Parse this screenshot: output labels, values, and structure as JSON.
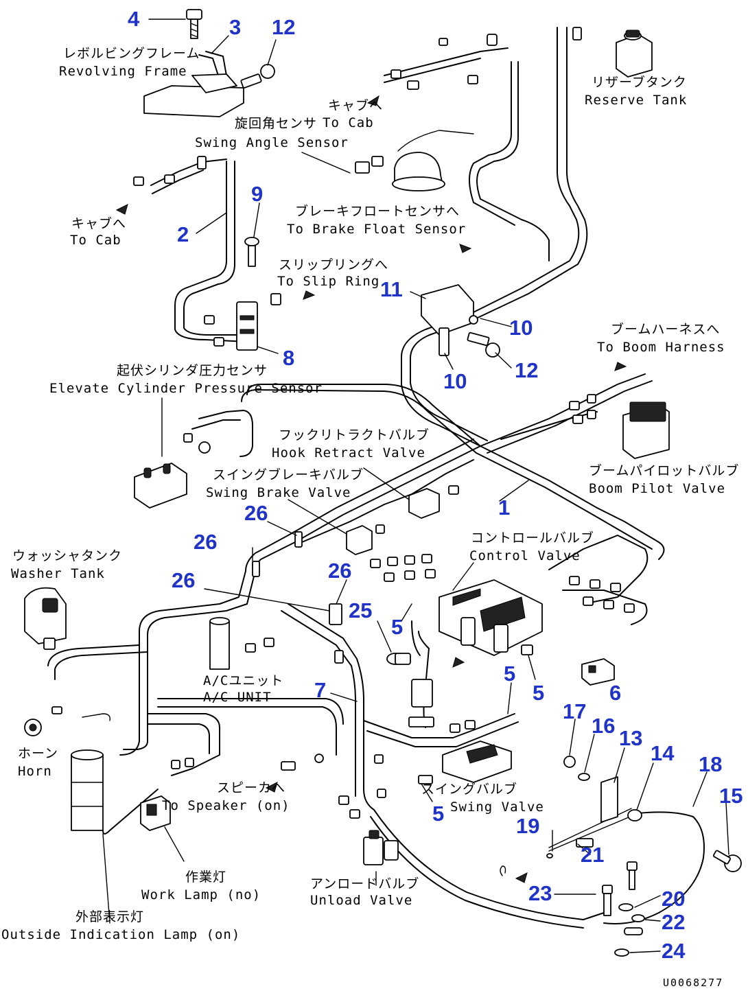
{
  "diagram": {
    "drawing_code": "U0068277",
    "labels": {
      "revolving_frame_jp": "レボルビングフレーム",
      "revolving_frame_en": "Revolving Frame",
      "to_cab_top_jp": "キャブへ",
      "to_cab_top_en": "To Cab",
      "reserve_tank_jp": "リザーブタンク",
      "reserve_tank_en": "Reserve Tank",
      "swing_angle_jp": "旋回角センサ",
      "swing_angle_en": "Swing Angle Sensor",
      "to_cab_left_jp": "キャブへ",
      "to_cab_left_en": "To Cab",
      "brake_float_jp": "ブレーキフロートセンサへ",
      "brake_float_en": "To Brake Float Sensor",
      "slip_ring_jp": "スリップリングへ",
      "slip_ring_en": "To Slip Ring",
      "boom_harness_jp": "ブームハーネスへ",
      "boom_harness_en": "To Boom Harness",
      "elevate_jp": "起伏シリンダ圧力センサ",
      "elevate_en": "Elevate Cylinder Pressure Sensor",
      "hook_retract_jp": "フックリトラクトバルブ",
      "hook_retract_en": "Hook Retract Valve",
      "boom_pilot_jp": "ブームパイロットバルブ",
      "boom_pilot_en": "Boom Pilot Valve",
      "swing_brake_jp": "スイングブレーキバルブ",
      "swing_brake_en": "Swing Brake Valve",
      "control_valve_jp": "コントロールバルブ",
      "control_valve_en": "Control Valve",
      "washer_tank_jp": "ウォッシャタンク",
      "washer_tank_en": "Washer Tank",
      "ac_unit_jp": "A/Cユニット",
      "ac_unit_en": "A/C UNIT",
      "horn_jp": "ホーン",
      "horn_en": "Horn",
      "speaker_jp": "スピーカへ",
      "speaker_en": "To Speaker (on)",
      "work_lamp_jp": "作業灯",
      "work_lamp_en": "Work Lamp (no)",
      "swing_valve_jp": "スイングバルブ",
      "swing_valve_en": "Swing Valve",
      "outside_jp": "外部表示灯",
      "outside_en": "Outside Indication Lamp (on)",
      "unload_jp": "アンロードバルブ",
      "unload_en": "Unload Valve"
    },
    "callouts": {
      "n4": "4",
      "n3": "3",
      "n12a": "12",
      "n2": "2",
      "n9": "9",
      "n8": "8",
      "n11": "11",
      "n10a": "10",
      "n12b": "12",
      "n10b": "10",
      "n1": "1",
      "n26a": "26",
      "n26b": "26",
      "n26c": "26",
      "n26d": "26",
      "n25": "25",
      "n5a": "5",
      "n5b": "5",
      "n5c": "5",
      "n5d": "5",
      "n6": "6",
      "n7": "7",
      "n17": "17",
      "n16": "16",
      "n13": "13",
      "n14": "14",
      "n18": "18",
      "n15": "15",
      "n19": "19",
      "n21": "21",
      "n23": "23",
      "n20": "20",
      "n22": "22",
      "n24": "24"
    }
  }
}
